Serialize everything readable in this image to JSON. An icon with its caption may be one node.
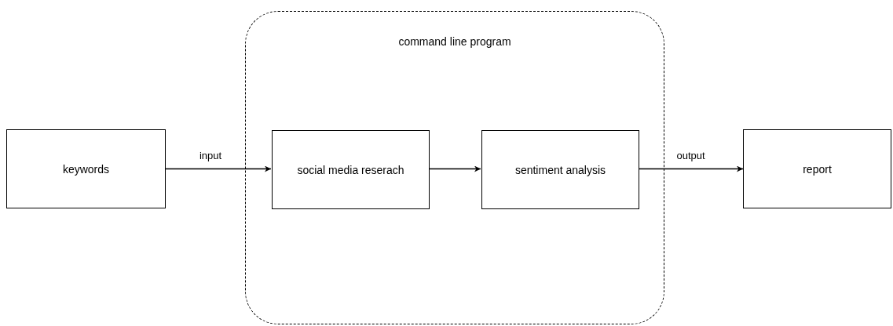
{
  "diagram": {
    "nodes": [
      {
        "text": [
          "keywords"
        ]
      },
      {
        "text": [
          "command line program"
        ]
      },
      {
        "text": [
          "social media reserach"
        ],
        "in": 1
      },
      {
        "text": [
          "sentiment analysis"
        ],
        "in": 1
      },
      {
        "text": [
          "report"
        ]
      }
    ],
    "edges": [
      {
        "from": 0,
        "to": 2,
        "arrow": "to",
        "label": "input"
      },
      {
        "from": 2,
        "to": 3,
        "arrow": "to"
      },
      {
        "from": 3,
        "to": 4,
        "arrow": "to",
        "label": "output"
      }
    ]
  }
}
